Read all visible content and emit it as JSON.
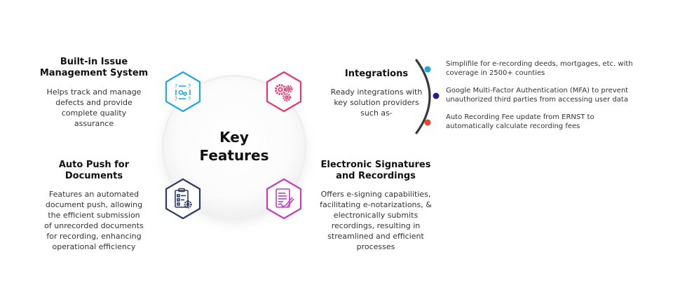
{
  "center": {
    "line1": "Key",
    "line2": "Features"
  },
  "features": {
    "issue": {
      "title": [
        "Built-in Issue",
        "Management System"
      ],
      "desc": [
        "Helps track and manage",
        "defects and provide",
        "complete quality",
        "assurance"
      ],
      "icon": "settings-checklist-icon"
    },
    "push": {
      "title": [
        "Auto Push for",
        "Documents"
      ],
      "desc": [
        "Features an automated",
        "document push, allowing",
        "the efficient submission",
        "of unrecorded documents",
        "for recording, enhancing",
        "operational efficiency"
      ],
      "icon": "clipboard-gear-icon"
    },
    "integrations": {
      "title": [
        "Integrations"
      ],
      "desc": [
        "Ready integrations with",
        "key solution providers",
        "such as-"
      ],
      "icon": "gears-icon"
    },
    "esign": {
      "title": [
        "Electronic Signatures",
        "and Recordings"
      ],
      "desc": [
        "Offers e-signing capabilities,",
        "facilitating e-notarizations, &",
        "electronically submits",
        "recordings, resulting in",
        "streamlined and efficient",
        "processes"
      ],
      "icon": "document-pen-icon"
    }
  },
  "integration_list": [
    {
      "lines": [
        "Simplifile for e-recording deeds, mortgages, etc. with",
        "coverage in 2500+ counties"
      ],
      "dot_color": "#1ea7e1"
    },
    {
      "lines": [
        "Google Multi-Factor Authentication (MFA) to prevent",
        "unauthorized third parties from accessing user data"
      ],
      "dot_color": "#2e1a8c"
    },
    {
      "lines": [
        "Auto Recording Fee update from ERNST to",
        "automatically calculate recording fees"
      ],
      "dot_color": "#e8462c"
    }
  ],
  "colors": {
    "blue": "#1ea7e1",
    "pink": "#e8356d",
    "navy": "#2b3a67",
    "magenta": "#c93bc0"
  }
}
